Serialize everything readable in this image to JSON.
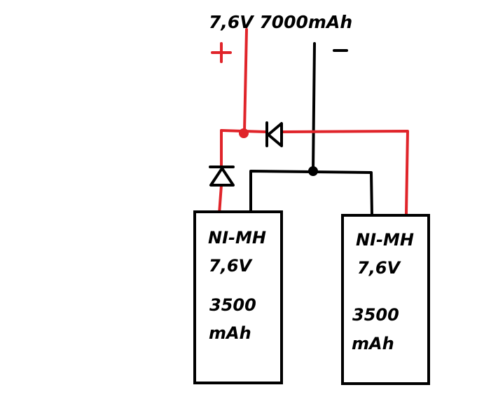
{
  "title": "7,6V 7000mAh",
  "terminals": {
    "positive": {
      "symbol": "+",
      "color": "#e0242a"
    },
    "negative": {
      "symbol": "-",
      "color": "#000000"
    }
  },
  "wire_colors": {
    "positive": "#e0242a",
    "negative": "#000000"
  },
  "batteries": [
    {
      "type": "NI-MH",
      "voltage": "7,6V",
      "capacity_value": "3500",
      "capacity_unit": "mAh"
    },
    {
      "type": "NI-MH",
      "voltage": "7,6V",
      "capacity_value": "3500",
      "capacity_unit": "mAh"
    }
  ],
  "diodes": [
    {
      "id": "D1",
      "orientation": "pointing-left"
    },
    {
      "id": "D2",
      "orientation": "pointing-up"
    }
  ]
}
